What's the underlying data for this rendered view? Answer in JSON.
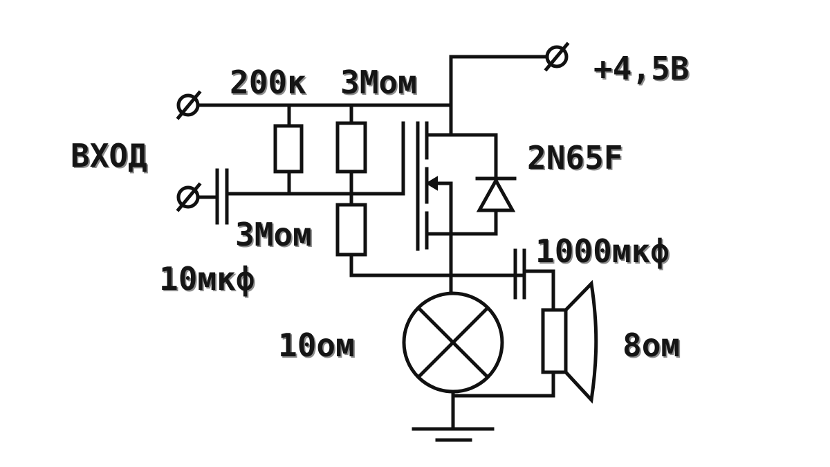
{
  "labels": {
    "supply": "+4,5В",
    "r1": "200к",
    "r2": "3Мом",
    "input": "ВХОД",
    "transistor": "2N65F",
    "r3": "3Мом",
    "cap_out": "1000мкф",
    "cap_in": "10мкф",
    "lamp": "10ом",
    "speaker": "8ом"
  }
}
